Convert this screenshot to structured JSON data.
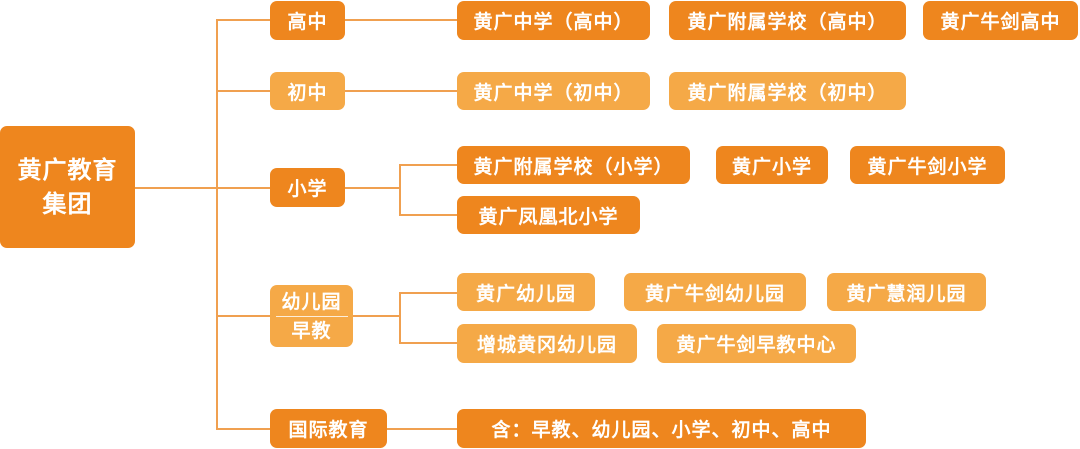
{
  "root": {
    "line1": "黄广教育",
    "line2": "集团"
  },
  "categories": [
    {
      "label": "高中",
      "schools": [
        "黄广中学（高中）",
        "黄广附属学校（高中）",
        "黄广牛剑高中"
      ]
    },
    {
      "label": "初中",
      "schools": [
        "黄广中学（初中）",
        "黄广附属学校（初中）"
      ]
    },
    {
      "label": "小学",
      "schools": [
        "黄广附属学校（小学）",
        "黄广小学",
        "黄广牛剑小学",
        "黄广凤凰北小学"
      ]
    },
    {
      "label_line1": "幼儿园",
      "label_line2": "早教",
      "schools": [
        "黄广幼儿园",
        "黄广牛剑幼儿园",
        "黄广慧润儿园",
        "增城黄冈幼儿园",
        "黄广牛剑早教中心"
      ]
    },
    {
      "label": "国际教育",
      "schools": [
        "含：早教、幼儿园、小学、初中、高中"
      ]
    }
  ],
  "colors": {
    "dark": "#EE861E",
    "light": "#F5A947",
    "line": "#F0A050"
  }
}
